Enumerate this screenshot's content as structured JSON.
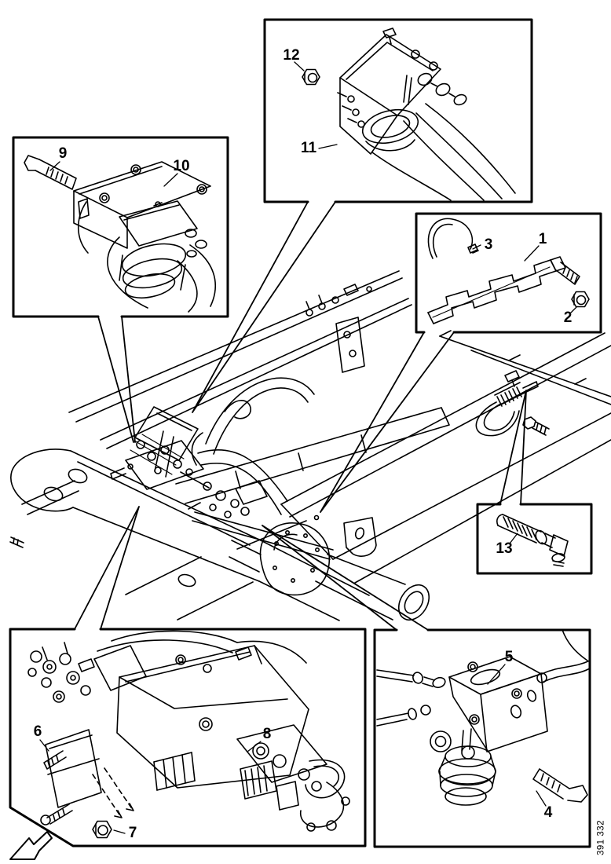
{
  "figure": {
    "title": "chassis-air-brake-valves-parts-diagram",
    "drawing_code": "391 332",
    "callouts": [
      {
        "number": "1"
      },
      {
        "number": "2"
      },
      {
        "number": "3"
      },
      {
        "number": "4"
      },
      {
        "number": "5"
      },
      {
        "number": "6"
      },
      {
        "number": "7"
      },
      {
        "number": "8"
      },
      {
        "number": "9"
      },
      {
        "number": "10"
      },
      {
        "number": "11"
      },
      {
        "number": "12"
      },
      {
        "number": "13"
      }
    ],
    "icons": {
      "direction_arrow": "open-arrow-down-left"
    }
  }
}
